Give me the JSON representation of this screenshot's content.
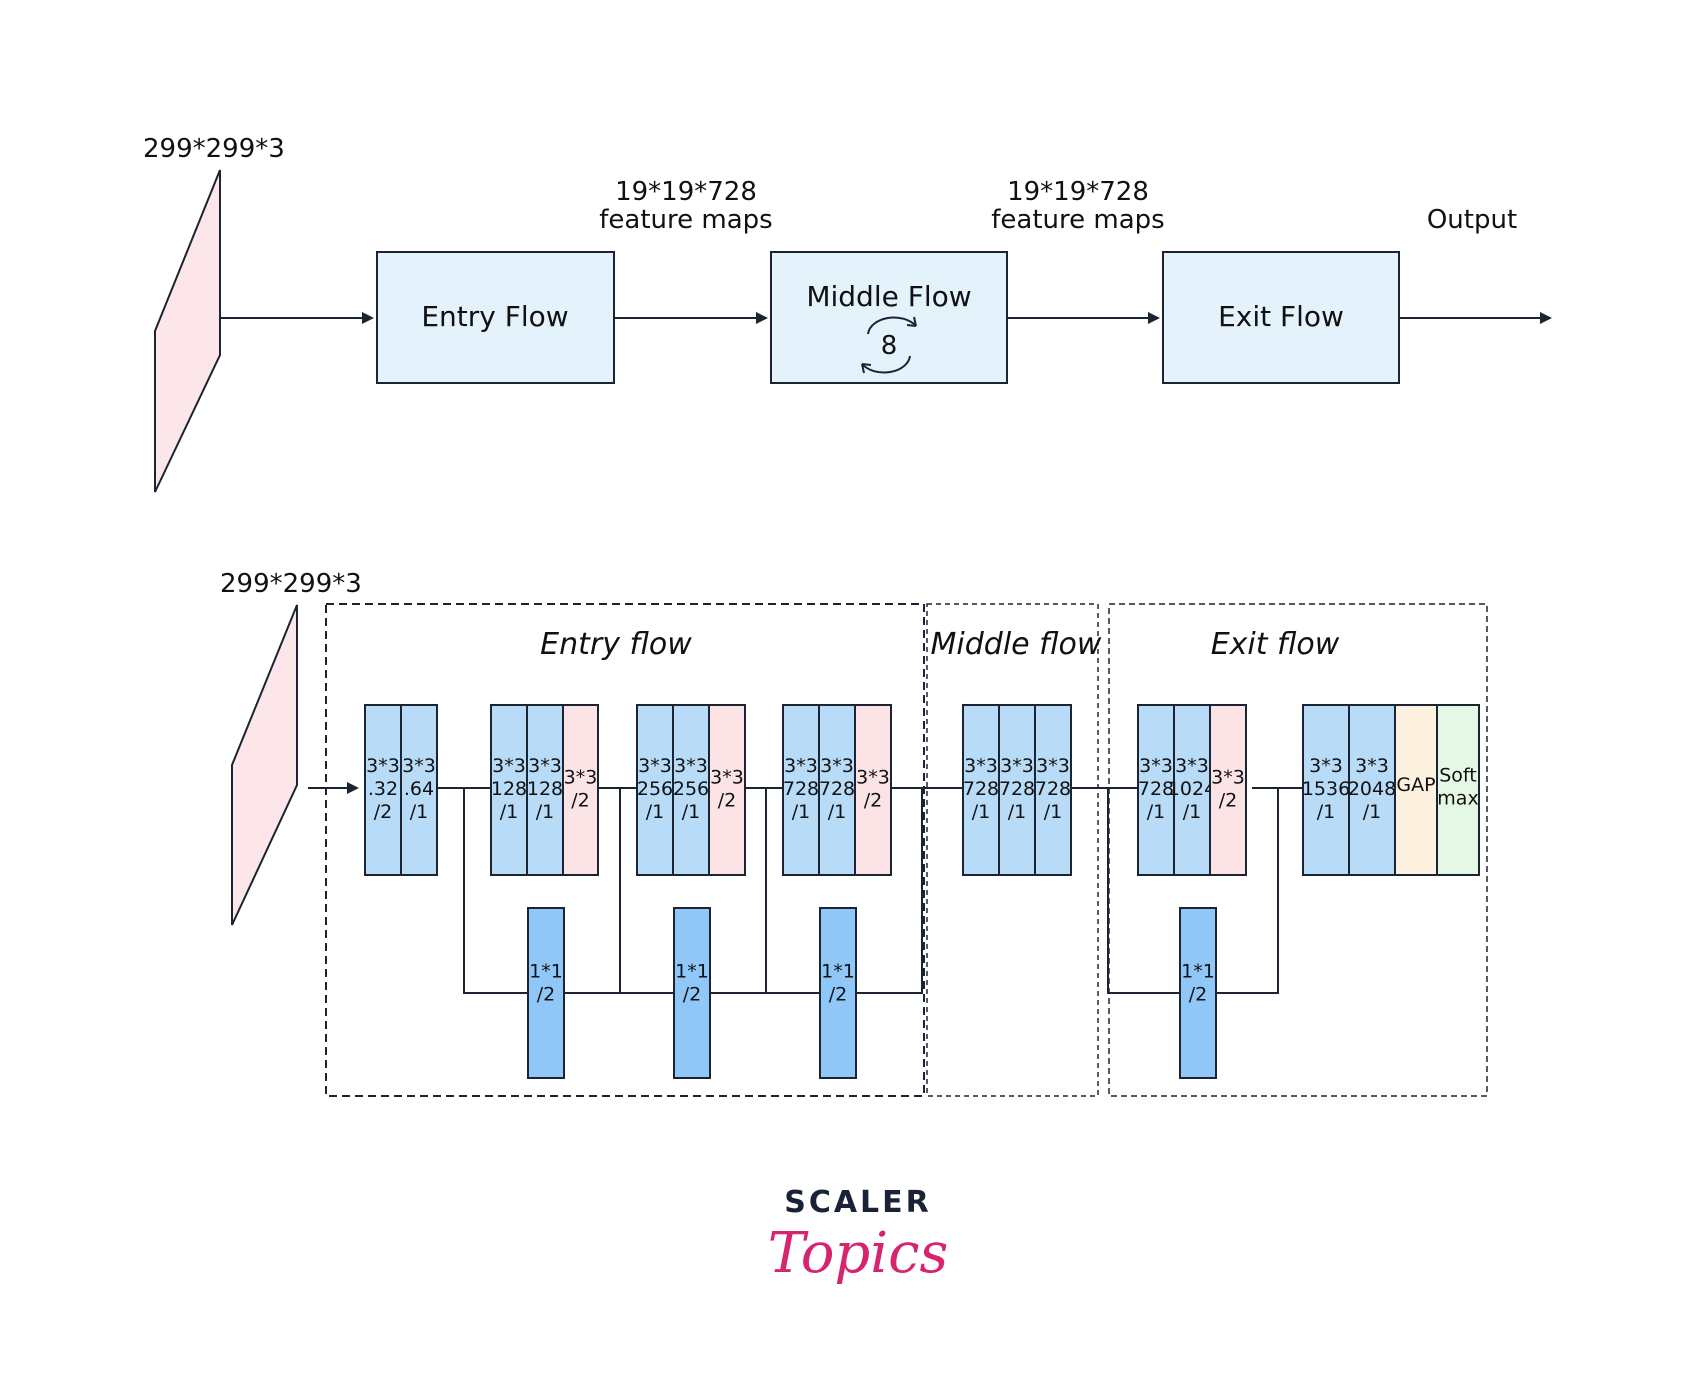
{
  "top": {
    "input_label": "299*299*3",
    "entry_flow": "Entry Flow",
    "middle_flow": "Middle Flow",
    "middle_repeat": "8",
    "exit_flow": "Exit Flow",
    "label_after_entry": [
      "19*19*728",
      "feature maps"
    ],
    "label_after_middle": [
      "19*19*728",
      "feature maps"
    ],
    "output_label": "Output"
  },
  "bottom": {
    "input_label": "299*299*3",
    "section_entry": "Entry flow",
    "section_middle": "Middle flow",
    "section_exit": "Exit flow",
    "blocks": [
      {
        "lines": [
          "3*3",
          ".32",
          "/2"
        ],
        "kind": "conv"
      },
      {
        "lines": [
          "3*3",
          ".64",
          "/1"
        ],
        "kind": "conv"
      },
      {
        "lines": [
          "3*3",
          "128",
          "/1"
        ],
        "kind": "conv"
      },
      {
        "lines": [
          "3*3",
          "128",
          "/1"
        ],
        "kind": "conv"
      },
      {
        "lines": [
          "3*3",
          "/2"
        ],
        "kind": "pool"
      },
      {
        "lines": [
          "3*3",
          "256",
          "/1"
        ],
        "kind": "conv"
      },
      {
        "lines": [
          "3*3",
          "256",
          "/1"
        ],
        "kind": "conv"
      },
      {
        "lines": [
          "3*3",
          "/2"
        ],
        "kind": "pool"
      },
      {
        "lines": [
          "3*3",
          "728",
          "/1"
        ],
        "kind": "conv"
      },
      {
        "lines": [
          "3*3",
          "728",
          "/1"
        ],
        "kind": "conv"
      },
      {
        "lines": [
          "3*3",
          "/2"
        ],
        "kind": "pool"
      },
      {
        "lines": [
          "3*3",
          "728",
          "/1"
        ],
        "kind": "conv"
      },
      {
        "lines": [
          "3*3",
          "728",
          "/1"
        ],
        "kind": "conv"
      },
      {
        "lines": [
          "3*3",
          "728",
          "/1"
        ],
        "kind": "conv"
      },
      {
        "lines": [
          "3*3",
          "728",
          "/1"
        ],
        "kind": "conv"
      },
      {
        "lines": [
          "3*3",
          "1024",
          "/1"
        ],
        "kind": "conv"
      },
      {
        "lines": [
          "3*3",
          "/2"
        ],
        "kind": "pool"
      },
      {
        "lines": [
          "3*3",
          "1536",
          "/1"
        ],
        "kind": "conv"
      },
      {
        "lines": [
          "3*3",
          "2048",
          "/1"
        ],
        "kind": "conv"
      },
      {
        "lines": [
          "GAP"
        ],
        "kind": "gap"
      },
      {
        "lines": [
          "Soft",
          "max"
        ],
        "kind": "softmax"
      }
    ],
    "shortcuts": [
      {
        "lines": [
          "1*1",
          "/2"
        ]
      },
      {
        "lines": [
          "1*1",
          "/2"
        ]
      },
      {
        "lines": [
          "1*1",
          "/2"
        ]
      },
      {
        "lines": [
          "1*1",
          "/2"
        ]
      }
    ]
  },
  "watermark": {
    "line1": "SCALER",
    "line2": "Topics"
  },
  "colors": {
    "conv": "#b8dcf8",
    "pool": "#fce3e6",
    "shortcut": "#8fc8f8",
    "gap": "#fdf1e0",
    "softmax": "#e5f8e6",
    "flow_box": "#e4f2fc",
    "input": "#fde6ea",
    "stroke": "#1c2333",
    "brand": "#d6246e"
  }
}
